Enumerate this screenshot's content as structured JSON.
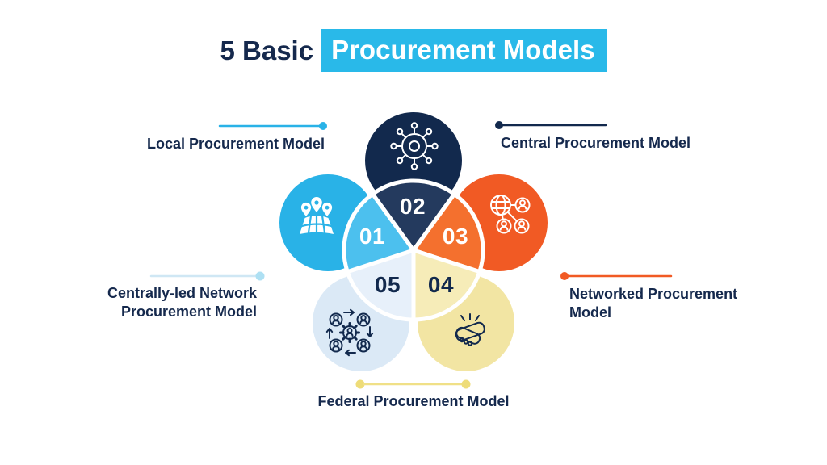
{
  "title": {
    "prefix": "5 Basic",
    "highlight": "Procurement Models"
  },
  "diagram": {
    "heading": "5 Basic Procurement Models",
    "models": [
      {
        "number": "01",
        "label": "Local Procurement Model",
        "icon": "local-map-pins-icon",
        "color": "#29b2e7",
        "position": "top-left"
      },
      {
        "number": "02",
        "label": "Central Procurement Model",
        "icon": "central-hub-network-icon",
        "color": "#12294d",
        "position": "top-right"
      },
      {
        "number": "03",
        "label": "Networked Procurement Model",
        "icon": "global-user-network-icon",
        "color": "#f15a24",
        "position": "middle-right"
      },
      {
        "number": "04",
        "label": "Federal Procurement Model",
        "icon": "handshake-icon",
        "color": "#f2e5a3",
        "position": "bottom-center"
      },
      {
        "number": "05",
        "label": "Centrally-led Network Procurement Model",
        "icon": "team-process-cycle-icon",
        "color": "#dbe9f6",
        "position": "middle-left"
      }
    ]
  },
  "theme": {
    "navy": "#12294d",
    "navy-wedge": "#243a5e",
    "cyan": "#29b2e7",
    "cyan-wedge": "#4cc0ee",
    "orange": "#f15a24",
    "orange-wedge": "#f4702e",
    "pale-blue": "#dbe9f6",
    "pale-blue-wedge": "#e7f0fa",
    "pale-yellow": "#f2e5a3",
    "pale-yellow-wedge": "#f6ecb8",
    "highlight": "#29b9e9",
    "text-navy": "#15294d",
    "light-line": "#cfe7f4",
    "light-dot": "#aee0f3",
    "yellow-line": "#f0e087",
    "yellow-dot": "#eedc78"
  }
}
